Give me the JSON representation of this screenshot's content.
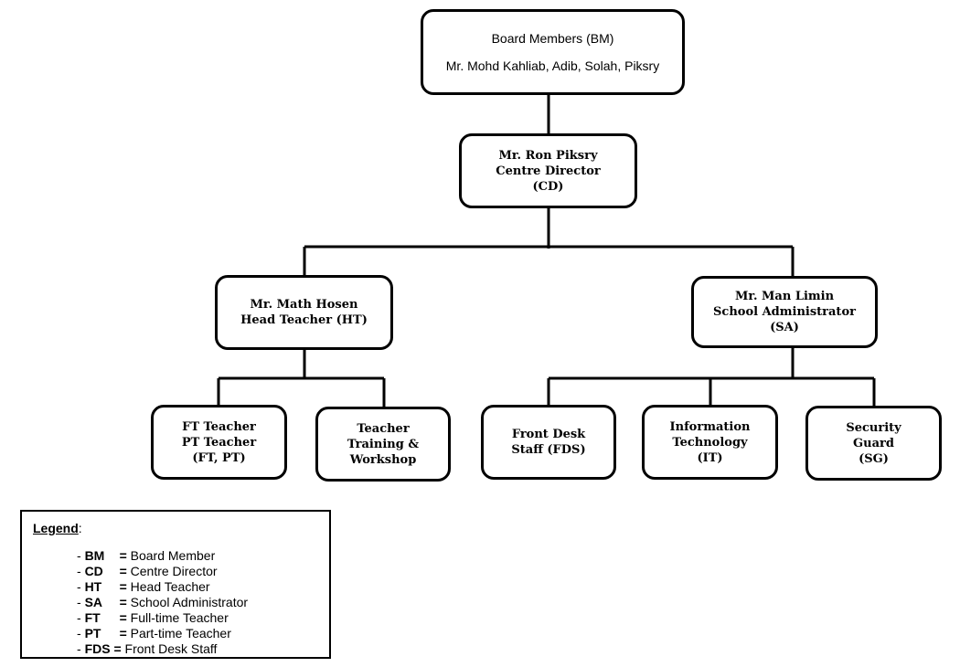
{
  "nodes": {
    "board": {
      "line1": "Board Members (BM)",
      "line2": "Mr. Mohd Kahliab, Adib, Solah, Piksry"
    },
    "director": {
      "lines": [
        "Mr. Ron Piksry",
        "Centre Director",
        "(CD)"
      ]
    },
    "head_teacher": {
      "lines": [
        "Mr. Math Hosen",
        "Head Teacher (HT)"
      ]
    },
    "school_admin": {
      "lines": [
        "Mr. Man Limin",
        "School Administrator",
        "(SA)"
      ]
    },
    "ft_pt_teacher": {
      "lines": [
        "FT Teacher",
        "PT Teacher",
        "(FT, PT)"
      ]
    },
    "teacher_training": {
      "lines": [
        "Teacher",
        "Training &",
        "Workshop"
      ]
    },
    "front_desk": {
      "lines": [
        "Front Desk",
        "Staff (FDS)"
      ]
    },
    "it": {
      "lines": [
        "Information",
        "Technology",
        "(IT)"
      ]
    },
    "security": {
      "lines": [
        "Security",
        "Guard",
        "(SG)"
      ]
    }
  },
  "legend": {
    "title": "Legend",
    "colon": ":",
    "items": [
      {
        "abbr": "BM",
        "meaning": "Board Member"
      },
      {
        "abbr": "CD",
        "meaning": "Centre Director"
      },
      {
        "abbr": "HT",
        "meaning": "Head Teacher"
      },
      {
        "abbr": "SA",
        "meaning": "School Administrator"
      },
      {
        "abbr": "FT",
        "meaning": "Full-time Teacher"
      },
      {
        "abbr": "PT",
        "meaning": "Part-time Teacher"
      },
      {
        "abbr": "FDS",
        "meaning": "Front Desk Staff"
      }
    ]
  }
}
